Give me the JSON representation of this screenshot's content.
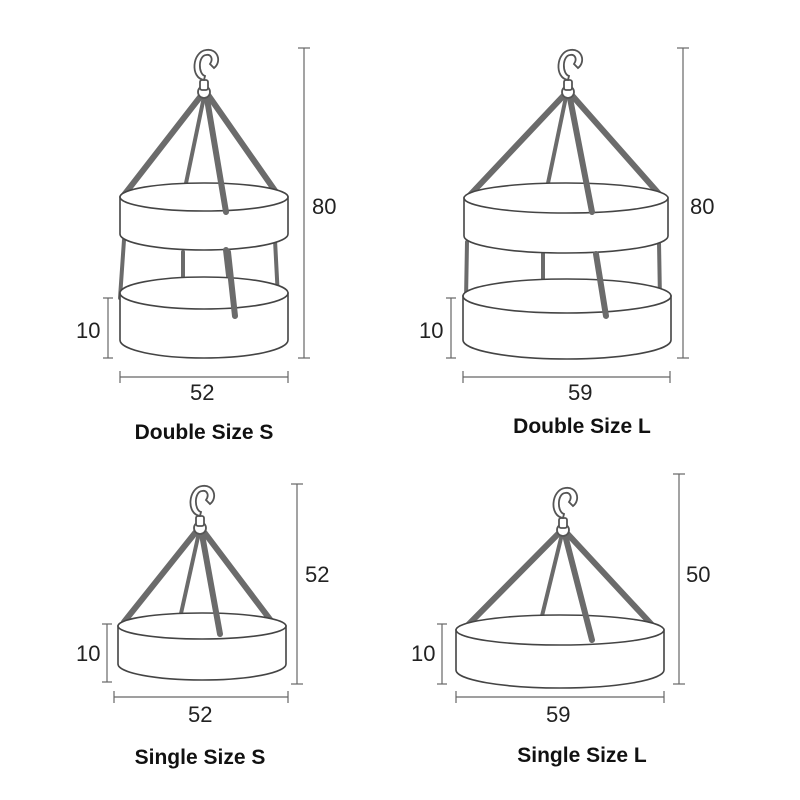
{
  "products": [
    {
      "name": "Double Size S",
      "width": "52",
      "height": "80",
      "tier": "10"
    },
    {
      "name": "Double Size L",
      "width": "59",
      "height": "80",
      "tier": "10"
    },
    {
      "name": "Single Size S",
      "width": "52",
      "height": "52",
      "tier": "10"
    },
    {
      "name": "Single Size L",
      "width": "59",
      "height": "50",
      "tier": "10"
    }
  ]
}
